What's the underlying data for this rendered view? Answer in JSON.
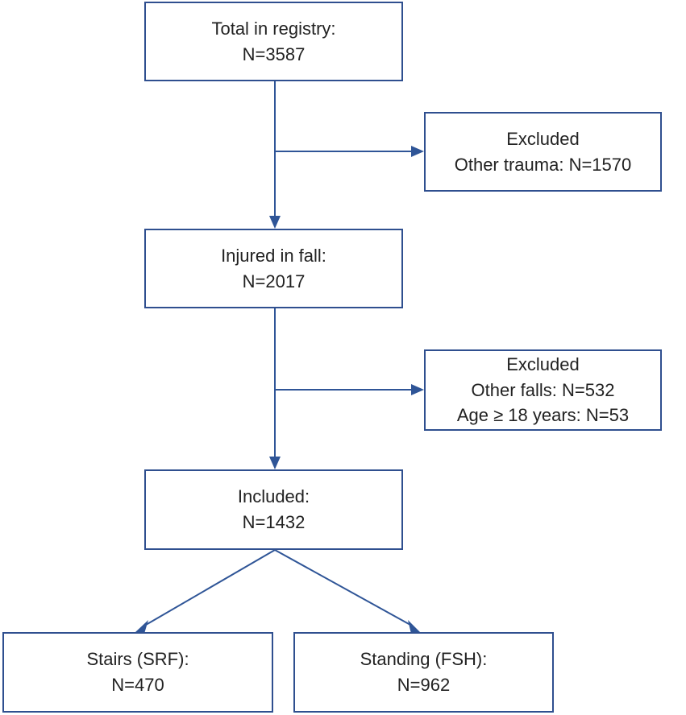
{
  "nodes": {
    "total": {
      "label": "Total in registry:",
      "count": "N=3587"
    },
    "excluded_1": {
      "title": "Excluded",
      "reason": "Other trauma: N=1570"
    },
    "injured": {
      "label": "Injured in fall:",
      "count": "N=2017"
    },
    "excluded_2": {
      "title": "Excluded",
      "reason_1": "Other falls: N=532",
      "reason_2": "Age ≥ 18 years: N=53"
    },
    "included": {
      "label": "Included:",
      "count": "N=1432"
    },
    "stairs": {
      "label": "Stairs (SRF):",
      "count": "N=470"
    },
    "standing": {
      "label": "Standing (FSH):",
      "count": "N=962"
    }
  },
  "colors": {
    "border": "#2f4f8f",
    "arrow": "#2f5597",
    "text": "#222222",
    "background": "#ffffff"
  }
}
